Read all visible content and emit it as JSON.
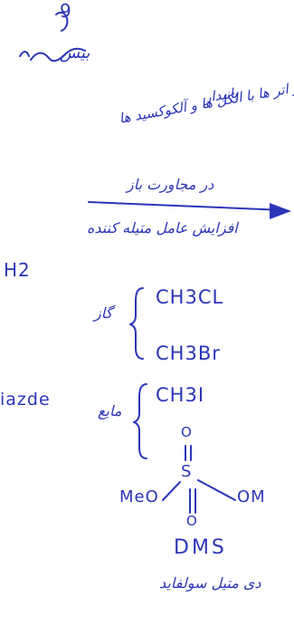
{
  "note": {
    "ink_color": "#2b35b8",
    "top_number": "9",
    "header_fa": "بیس",
    "line_fa_1": "بانیدار",
    "line_fa_2": "سنتزر اتر ها با الکل ها و آلکوکسید ها",
    "above_arrow_fa": "در مجاورت باز",
    "below_arrow_fa": "افزایش عامل متیله کننده",
    "left_h2": "H2",
    "label_gas_fa": "گاز",
    "reagent_1": "CH3CL",
    "reagent_2": "CH3Br",
    "left_word": "iazde",
    "label_liquid_fa": "مایع",
    "reagent_3": "CH3I",
    "dms_o_top": "O",
    "dms_s": "S",
    "dms_o_bottom": "O",
    "dms_meo": "MeO",
    "dms_ome": "OM",
    "dms_label": "DMS",
    "dms_name_fa": "دی متیل سولفاید"
  }
}
